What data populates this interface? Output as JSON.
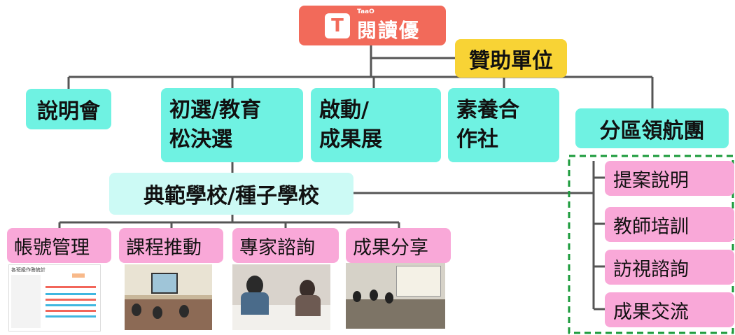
{
  "colors": {
    "teal": "#6ff2e2",
    "light_teal": "#ccfaf5",
    "yellow": "#f8d335",
    "pink": "#f9a8d8",
    "logo_red": "#f26a5a",
    "line": "#555555",
    "dashed": "#1a9a3a"
  },
  "logo": {
    "small": "TaaO",
    "name": "閱讀優"
  },
  "sponsor": "贊助單位",
  "level1": [
    "說明會",
    "初選/教育\n松決選",
    "啟動/\n成果展",
    "素養合\n作社",
    "分區領航團"
  ],
  "schools": "典範學校/種子學校",
  "school_items": [
    "帳號管理",
    "課程推動",
    "專家諮詢",
    "成果分享"
  ],
  "regional_items": [
    "提案說明",
    "教師培訓",
    "訪視諮詢",
    "成果交流"
  ],
  "screenshot": {
    "title": "各班級作答統計"
  }
}
